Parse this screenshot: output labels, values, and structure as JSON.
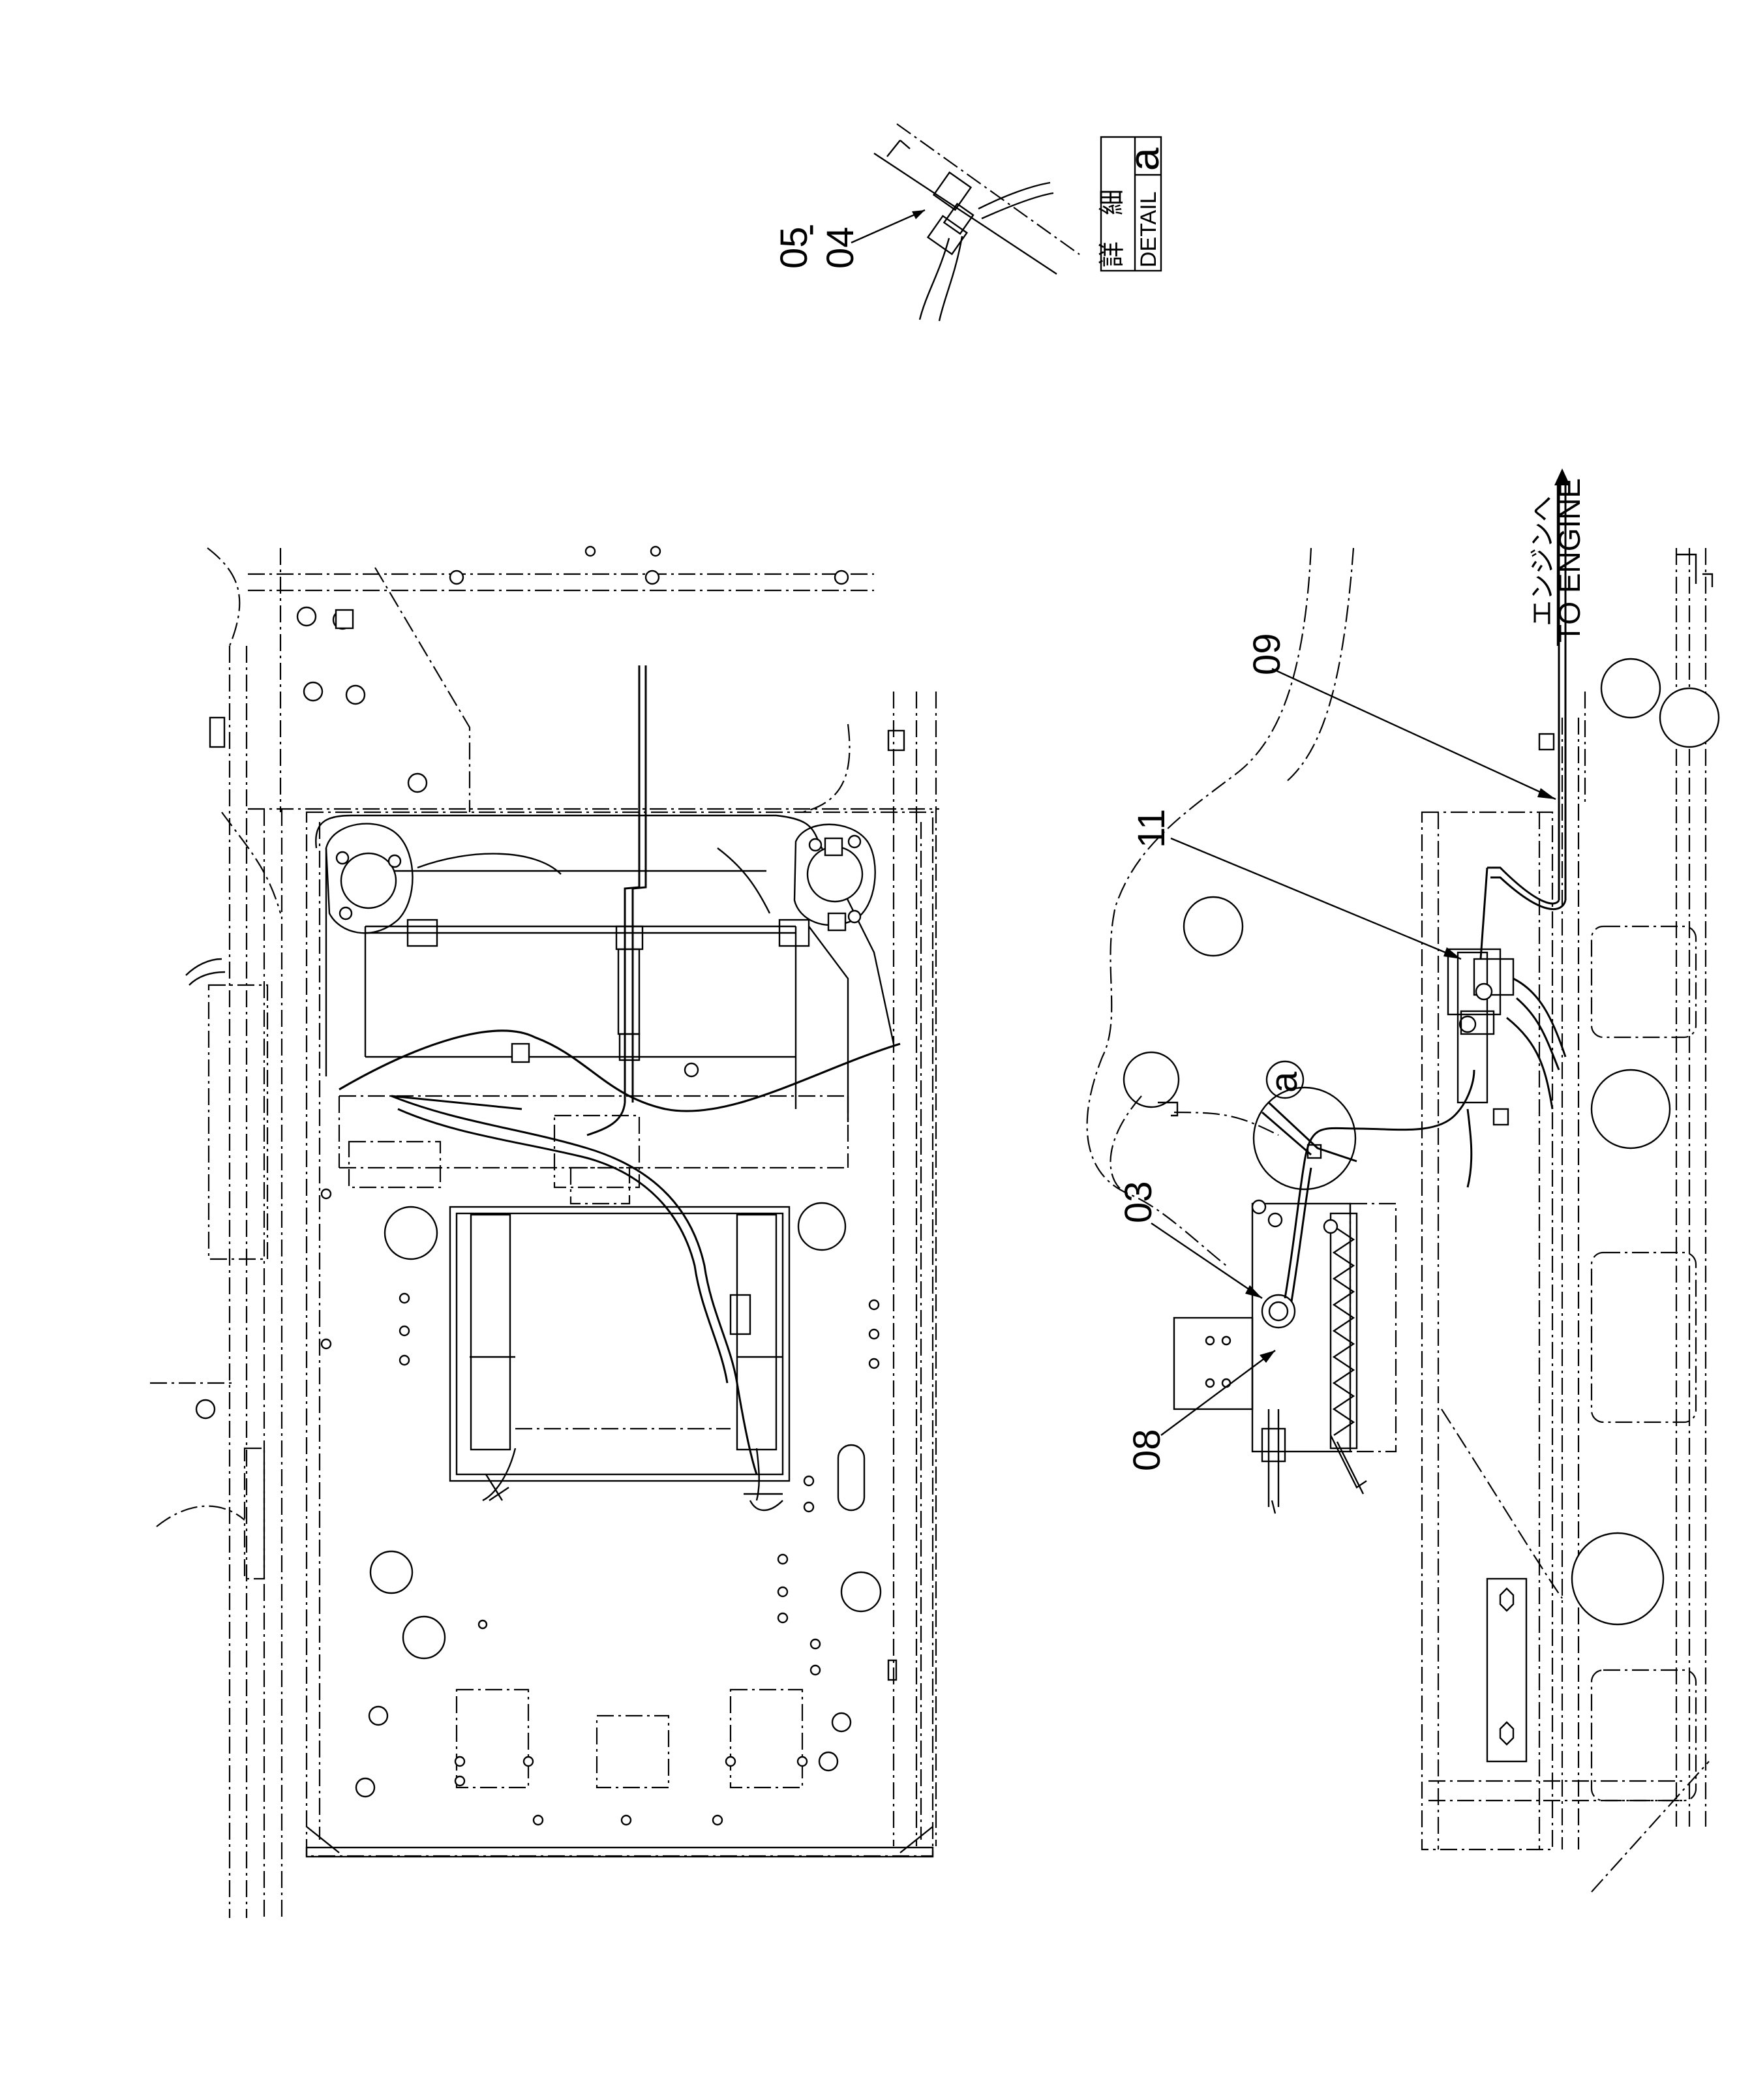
{
  "labels": {
    "p03": "03",
    "p08": "08",
    "p09": "09",
    "p11": "11",
    "p05": "05",
    "p04": "04",
    "dash": "-",
    "detail_marker": "a"
  },
  "detail_box": {
    "jp1": "詳",
    "jp2": "細",
    "en": "DETAIL",
    "letter": "a"
  },
  "engine_note": {
    "jp": "エンジンへ",
    "en": "TO ENGINE"
  }
}
